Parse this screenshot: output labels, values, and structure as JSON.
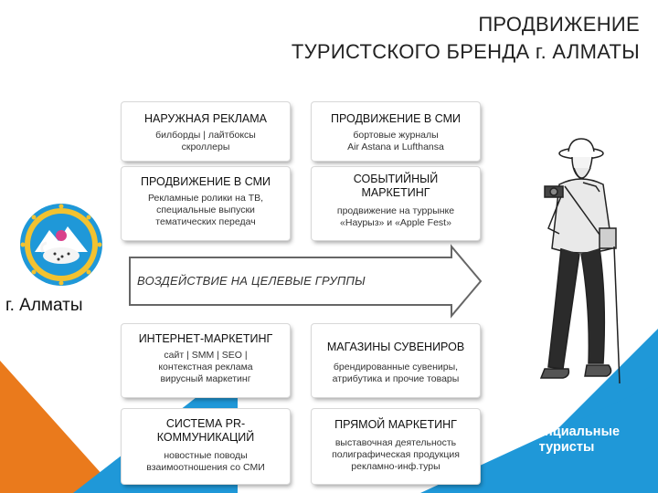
{
  "title": {
    "line1": "ПРОДВИЖЕНИЕ",
    "line2": "ТУРИСТСКОГО БРЕНДА г. АЛМАТЫ"
  },
  "city_label": "г. Алматы",
  "arrow_label": "ВОЗДЕЙСТВИЕ НА ЦЕЛЕВЫЕ ГРУППЫ",
  "tourist_label": "Потенциальные туристы",
  "colors": {
    "orange": "#ea7a1c",
    "blue": "#1f98d8",
    "arrow_outline": "#666666"
  },
  "boxes_top": [
    {
      "heading": "НАРУЖНАЯ РЕКЛАМА",
      "sub1": "билборды | лайтбоксы",
      "sub2": "скроллеры",
      "sub3": ""
    },
    {
      "heading": "ПРОДВИЖЕНИЕ В СМИ",
      "sub1": "бортовые журналы",
      "sub2": "Air Astana и Lufthansa",
      "sub3": ""
    },
    {
      "heading": "ПРОДВИЖЕНИЕ В СМИ",
      "sub1": "Рекламные ролики на ТВ,",
      "sub2": "специальные выпуски",
      "sub3": "тематических передач"
    },
    {
      "heading": "СОБЫТИЙНЫЙ МАРКЕТИНГ",
      "sub1": "продвижение на туррынке",
      "sub2": "«Наурыз» и «Apple Fest»",
      "sub3": ""
    }
  ],
  "boxes_bottom": [
    {
      "heading": "ИНТЕРНЕТ-МАРКЕТИНГ",
      "sub1": "сайт | SMM | SEO |",
      "sub2": "контекстная реклама",
      "sub3": "вирусный маркетинг"
    },
    {
      "heading": "МАГАЗИНЫ СУВЕНИРОВ",
      "sub1": "брендированные сувениры,",
      "sub2": "атрибутика и прочие товары",
      "sub3": ""
    },
    {
      "heading": "СИСТЕМА PR-КОММУНИКАЦИЙ",
      "sub1": "новостные поводы",
      "sub2": "взаимоотношения со СМИ",
      "sub3": ""
    },
    {
      "heading": "ПРЯМОЙ МАРКЕТИНГ",
      "sub1": "выставочная деятельность",
      "sub2": "полиграфическая продукция",
      "sub3": "рекламно-инф.туры"
    }
  ]
}
